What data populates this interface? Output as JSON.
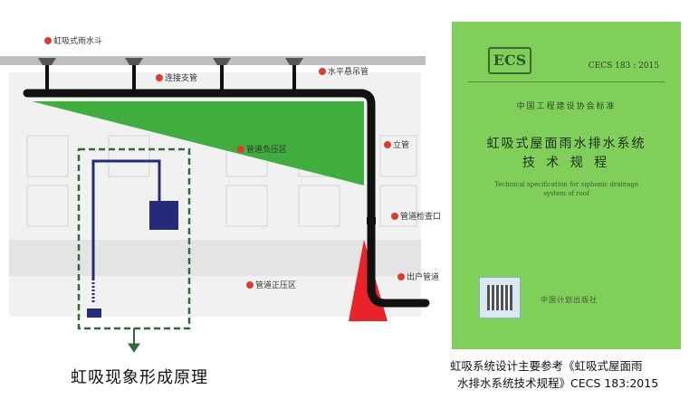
{
  "diagram": {
    "labels": {
      "siphon_drain": "虹吸式雨水斗",
      "connecting_pipe": "连接支管",
      "horizontal_pipe": "水平悬吊管",
      "negative_pressure": "管道负压区",
      "riser": "立管",
      "inspection_port": "管道检查口",
      "outlet_pipe": "出户管道",
      "positive_pressure": "管道正压区"
    },
    "colors": {
      "pipe": "#111111",
      "negative_zone": "#3fae3f",
      "positive_zone": "#e8232a",
      "siphon_frame": "#2e6b3a",
      "siphon_pipe": "#262a7a",
      "marker": "#e03b2a"
    },
    "caption": "虹吸现象形成原理"
  },
  "cover": {
    "logo": "ECS",
    "standard_no": "CECS 183 : 2015",
    "association": "中国工程建设协会标准",
    "title_line1": "虹吸式屋面雨水排水系统",
    "title_line2": "技 术 规 程",
    "english_line1": "Technical specification for siphonic drainage",
    "english_line2": "system of roof",
    "publisher": "中国计划出版社"
  },
  "caption_right": {
    "line1": "虹吸系统设计主要参考《虹吸式屋面雨",
    "line2": "水排水系统技术规程》CECS 183:2015"
  }
}
